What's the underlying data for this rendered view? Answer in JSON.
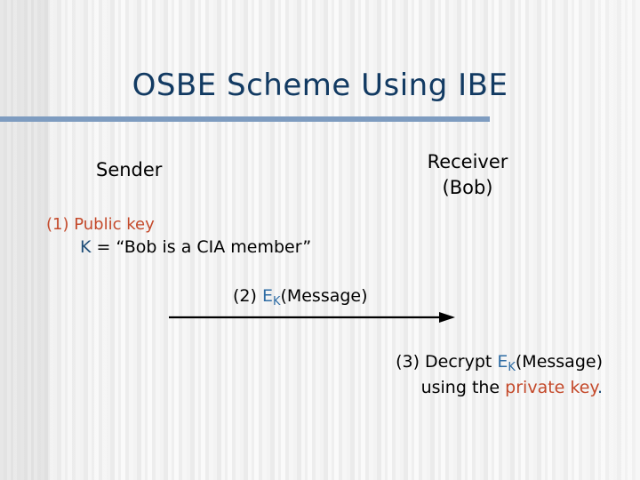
{
  "slide": {
    "title": "OSBE Scheme Using IBE",
    "colors": {
      "title": "#123a62",
      "rule": "#7e9cc0",
      "accent_red": "#c4492a",
      "key_blue": "#1f4e79",
      "cipher_blue": "#2e6ca4",
      "body": "#000000",
      "background": "#f3f3f3"
    },
    "roles": {
      "sender": "Sender",
      "receiver_line1": "Receiver",
      "receiver_line2": "(Bob)"
    },
    "steps": {
      "step1": {
        "label": "(1) Public key",
        "detail_prefix": "K",
        "detail_rest": " = “Bob is a CIA member”"
      },
      "step2": {
        "number": "(2) ",
        "cipher_base": "E",
        "cipher_sub": "K",
        "cipher_arg": "(Message)"
      },
      "step3": {
        "line1_prefix": "(3) Decrypt ",
        "cipher_base": "E",
        "cipher_sub": "K",
        "cipher_arg": "(Message)",
        "line2_prefix": "using the ",
        "line2_highlight": "private key",
        "line2_suffix": "."
      }
    },
    "arrow": {
      "direction": "left-to-right",
      "label": "message-flow-arrow"
    }
  }
}
